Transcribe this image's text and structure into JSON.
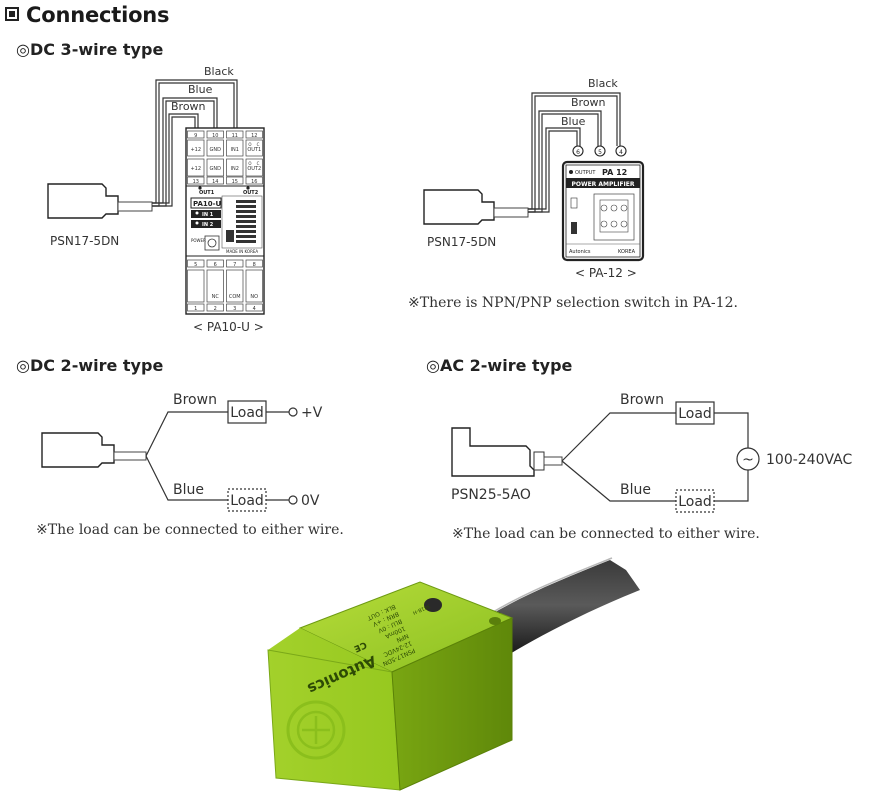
{
  "title": "Connections",
  "dc3": {
    "heading": "◎DC 3-wire type",
    "left": {
      "wire_black": "Black",
      "wire_blue": "Blue",
      "wire_brown": "Brown",
      "sensor_model": "PSN17-5DN",
      "unit_caption": "< PA10-U >",
      "unit": {
        "top_terminals": [
          "9",
          "10",
          "11",
          "12"
        ],
        "row1": [
          "+12",
          "GND",
          "IN1",
          "OUT1"
        ],
        "row1_c": "C",
        "row1_c2": "O",
        "row2": [
          "+12",
          "GND",
          "IN2",
          "OUT2"
        ],
        "row2_c": "C",
        "row2_c2": "O",
        "mid_terminals": [
          "13",
          "14",
          "15",
          "16"
        ],
        "out1": "OUT1",
        "out2": "OUT2",
        "model": "PA10-U",
        "in1": "IN 1",
        "in2": "IN 2",
        "power": "POWER",
        "made_in": "MADE IN KOREA",
        "bottom_terminals_top": [
          "5",
          "6",
          "7",
          "8"
        ],
        "bottom_row": [
          "",
          "NC",
          "COM",
          "NO"
        ],
        "bottom_terminals": [
          "1",
          "2",
          "3",
          "4"
        ]
      }
    },
    "right": {
      "wire_black": "Black",
      "wire_brown": "Brown",
      "wire_blue": "Blue",
      "terminals": [
        "6",
        "5",
        "4"
      ],
      "sensor_model": "PSN17-5DN",
      "unit_caption": "< PA-12 >",
      "unit": {
        "output": "OUTPUT",
        "model": "PA  12",
        "name": "POWER AMPLIFIER",
        "brand": "Autonics",
        "country": "KOREA"
      },
      "note": "※There is NPN/PNP selection switch in PA-12."
    }
  },
  "dc2": {
    "heading": "◎DC 2-wire type",
    "wire_brown": "Brown",
    "wire_blue": "Blue",
    "load1": "Load",
    "load2": "Load",
    "plus": "+V",
    "zero": "0V",
    "note": "※The load can be connected to either wire."
  },
  "ac2": {
    "heading": "◎AC 2-wire type",
    "wire_brown": "Brown",
    "wire_blue": "Blue",
    "load1": "Load",
    "load2": "Load",
    "supply": "100-240VAC",
    "ac_symbol": "~",
    "sensor_model": "PSN25-5AO",
    "note": "※The load can be connected to either wire."
  },
  "photo": {
    "brand": "Autonics",
    "label_lines": [
      "PSN17-5DN",
      "12-24VDC",
      "NPN",
      "100mA",
      "BLU : 0V",
      "BRN : +V",
      "BLK : OUT"
    ],
    "ce": "CE",
    "lot": "381B-H"
  }
}
